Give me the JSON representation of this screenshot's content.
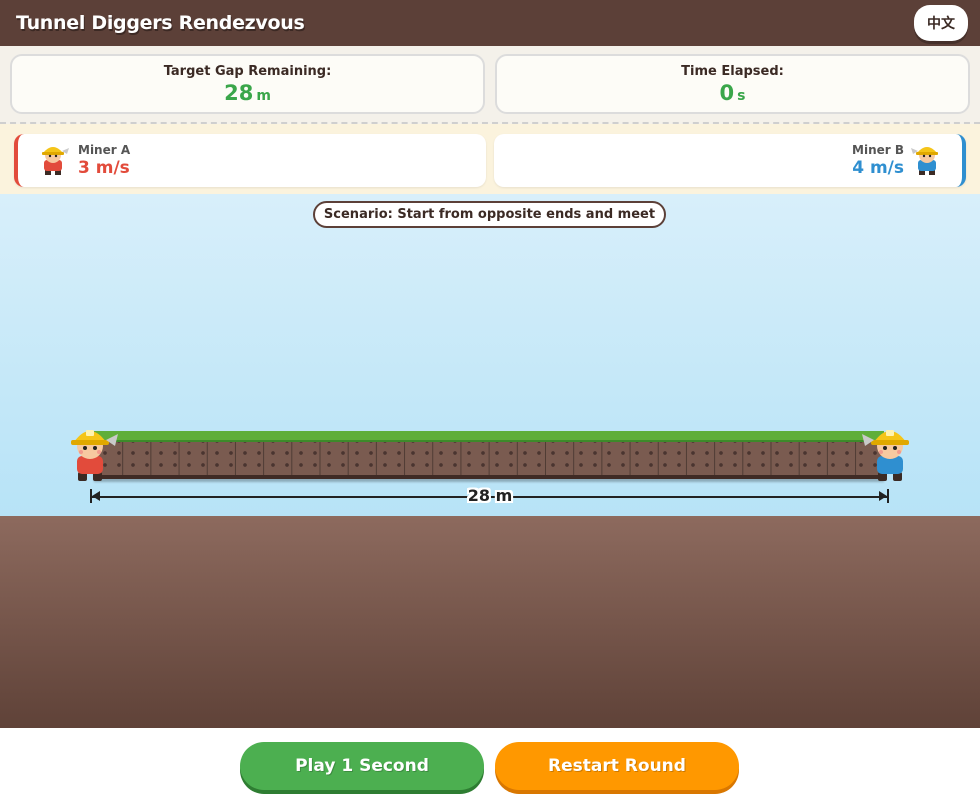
{
  "header": {
    "title": "Tunnel Diggers Rendezvous",
    "lang_label": "中文"
  },
  "stats": {
    "gap": {
      "label": "Target Gap Remaining:",
      "value": "28",
      "unit": "m"
    },
    "time": {
      "label": "Time Elapsed:",
      "value": "0",
      "unit": "s"
    }
  },
  "miners": {
    "a": {
      "name": "Miner A",
      "speed": "3 m/s",
      "color": "#e24b3b"
    },
    "b": {
      "name": "Miner B",
      "speed": "4 m/s",
      "color": "#2f8fd0"
    }
  },
  "scene": {
    "scenario": "Scenario: Start from opposite ends and meet",
    "distance_label": "28 m",
    "tunnel_length_m": 28
  },
  "controls": {
    "play_label": "Play 1 Second",
    "restart_label": "Restart Round"
  },
  "colors": {
    "header": "#5c4038",
    "play": "#4caf50",
    "restart": "#ff9800"
  }
}
